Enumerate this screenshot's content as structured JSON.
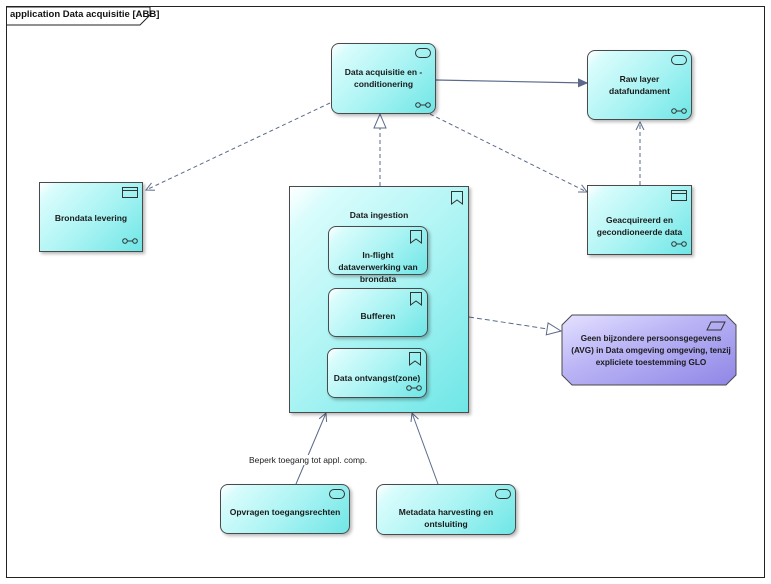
{
  "diagram": {
    "frame_title": "application Data acquisitie [ABB]",
    "elements": {
      "data_acquisitie": {
        "label": "Data acquisitie en -\nconditionering",
        "kind": "application-function"
      },
      "raw_layer": {
        "label": "Raw layer\ndatafundament",
        "kind": "application-function"
      },
      "brondata": {
        "label": "Brondata levering",
        "kind": "application-interface-data"
      },
      "geacquireerd": {
        "label": "Geacquireerd en\ngecondioneerde data",
        "kind": "application-interface-data"
      },
      "data_ingestion": {
        "label": "Data ingestion",
        "kind": "application-process"
      },
      "inflight": {
        "label": "In-flight\ndataverwerking van\nbrondata",
        "kind": "application-process"
      },
      "bufferen": {
        "label": "Bufferen",
        "kind": "application-process"
      },
      "ontvangst": {
        "label": "Data ontvangst(zone)",
        "kind": "application-process"
      },
      "geen_bijzondere": {
        "label": "Geen bijzondere persoonsgegevens\n(AVG) in Data omgeving omgeving, tenzij\nexpliciete toestemming GLO",
        "kind": "constraint"
      },
      "opvragen": {
        "label": "Opvragen toegangsrechten",
        "kind": "application-function"
      },
      "metadata": {
        "label": "Metadata harvesting en\nontsluiting",
        "kind": "application-function"
      }
    },
    "edge_labels": {
      "beperk": "Beperk toegang tot appl. comp."
    },
    "colors": {
      "element_fill": "#a8f3f3",
      "constraint_fill": "#b3aef2",
      "line": "#5b6a8a"
    }
  }
}
